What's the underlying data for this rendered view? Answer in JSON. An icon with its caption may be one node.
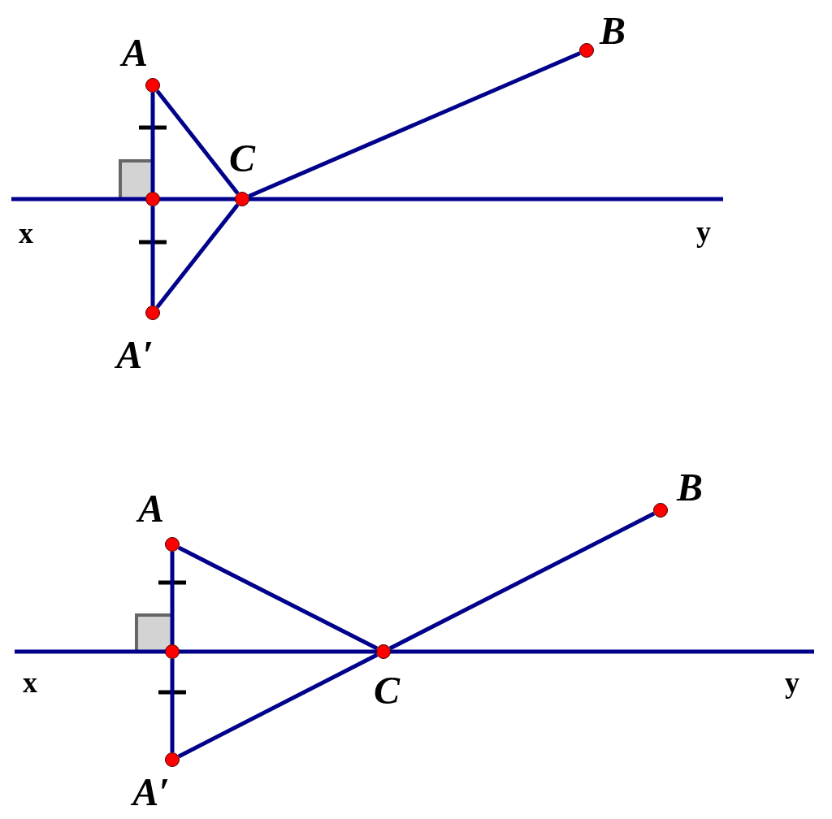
{
  "diagram": {
    "nodes": [
      {
        "text": [],
        "shape": "circle",
        "beside": [
          "A"
        ]
      },
      {
        "text": [],
        "shape": "circle",
        "beside": [
          "B"
        ]
      },
      {
        "text": [],
        "shape": "circle"
      },
      {
        "text": [],
        "shape": "circle",
        "beside": [
          "C"
        ]
      },
      {
        "text": [],
        "shape": "circle",
        "beside": [
          "A′"
        ]
      },
      {
        "text": [],
        "shape": "circle",
        "beside": [
          "A"
        ]
      },
      {
        "text": [],
        "shape": "circle",
        "beside": [
          "B"
        ]
      },
      {
        "text": [],
        "shape": "circle"
      },
      {
        "text": [],
        "shape": "circle",
        "beside": [
          "C"
        ]
      },
      {
        "text": [],
        "shape": "circle",
        "beside": [
          "A′"
        ]
      }
    ],
    "edges": [
      {
        "from": 0,
        "to": 2,
        "arrow": "none"
      },
      {
        "from": 2,
        "to": 4,
        "arrow": "none"
      },
      {
        "from": 0,
        "to": 3,
        "arrow": "none"
      },
      {
        "from": 4,
        "to": 3,
        "arrow": "none"
      },
      {
        "from": 3,
        "to": 1,
        "arrow": "none"
      },
      {
        "from": 5,
        "to": 7,
        "arrow": "none"
      },
      {
        "from": 7,
        "to": 9,
        "arrow": "none"
      },
      {
        "from": 5,
        "to": 8,
        "arrow": "none"
      },
      {
        "from": 9,
        "to": 8,
        "arrow": "none"
      },
      {
        "from": 8,
        "to": 6,
        "arrow": "none"
      }
    ],
    "labels": [
      "x",
      "y",
      "x",
      "y"
    ]
  }
}
